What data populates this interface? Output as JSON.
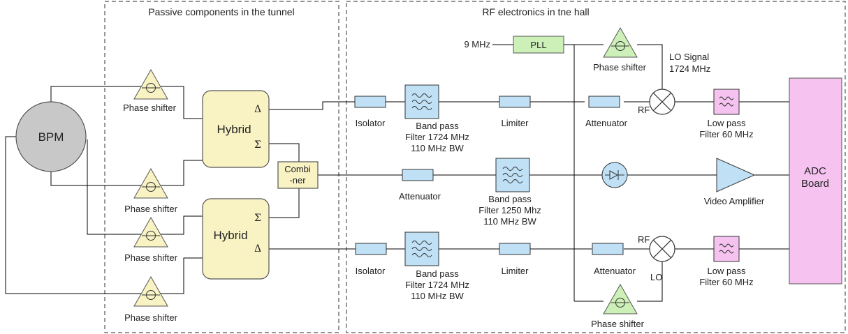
{
  "regions": {
    "tunnel_title": "Passive components in the tunnel",
    "hall_title": "RF electronics in tne hall"
  },
  "bpm": {
    "label": "BPM"
  },
  "phase_shifter": "Phase shifter",
  "hybrid": {
    "label": "Hybrid",
    "delta": "Δ",
    "sigma": "Σ"
  },
  "combiner": {
    "line1": "Combi",
    "line2": "-ner"
  },
  "pll": {
    "label": "PLL",
    "input": "9 MHz"
  },
  "lo_signal": {
    "line1": "LO Signal",
    "line2": "1724 MHz"
  },
  "isolator": "Isolator",
  "bandpass_1724": {
    "line1": "Band pass",
    "line2": "Filter 1724 MHz",
    "line3": "110 MHz BW"
  },
  "bandpass_1250": {
    "line1": "Band pass",
    "line2": "Filter 1250 Mhz",
    "line3": "110 MHz BW"
  },
  "limiter": "Limiter",
  "attenuator": "Attenuator",
  "rf": "RF",
  "lo": "LO",
  "lowpass": {
    "line1": "Low pass",
    "line2": "Filter 60 MHz"
  },
  "video_amp": "Video Amplifier",
  "adc": {
    "line1": "ADC",
    "line2": "Board"
  },
  "colors": {
    "passive_yellow": "#f9f3c4",
    "rf_blue": "#bfe0f5",
    "pll_green": "#ccf0b8",
    "adc_pink": "#f6c3f0",
    "bpm_gray": "#c8c8c8"
  }
}
